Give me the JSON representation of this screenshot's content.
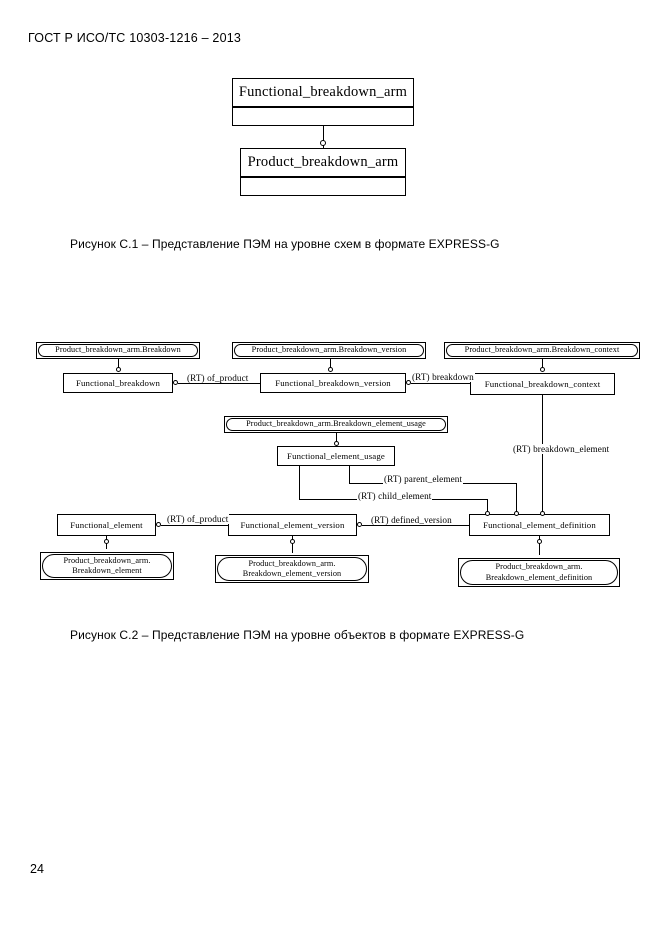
{
  "document": {
    "header": "ГОСТ Р ИСО/ТС 10303-1216 – 2013",
    "page_number": "24"
  },
  "figure_c1": {
    "caption": "Рисунок С.1 –  Представление ПЭМ на уровне схем в формате EXPRESS-G",
    "boxes": [
      {
        "title": "Functional_breakdown_arm"
      },
      {
        "title": "Product_breakdown_arm"
      }
    ],
    "connector": {
      "from": "Functional_breakdown_arm",
      "to": "Product_breakdown_arm",
      "marker": "circle"
    }
  },
  "figure_c2": {
    "caption": "Рисунок С.2 –  Представление ПЭМ на уровне объектов в формате EXPRESS-G",
    "entities": [
      {
        "id": "functional_breakdown",
        "label": "Functional_breakdown"
      },
      {
        "id": "functional_breakdown_version",
        "label": "Functional_breakdown_version"
      },
      {
        "id": "functional_breakdown_context",
        "label": "Functional_breakdown_context"
      },
      {
        "id": "functional_element_usage",
        "label": "Functional_element_usage"
      },
      {
        "id": "functional_element",
        "label": "Functional_element"
      },
      {
        "id": "functional_element_version",
        "label": "Functional_element_version"
      },
      {
        "id": "functional_element_definition",
        "label": "Functional_element_definition"
      }
    ],
    "references": [
      {
        "id": "ref_breakdown",
        "line1": "Product_breakdown_arm.Breakdown",
        "line2": ""
      },
      {
        "id": "ref_breakdown_version",
        "line1": "Product_breakdown_arm.Breakdown_version",
        "line2": ""
      },
      {
        "id": "ref_breakdown_context",
        "line1": "Product_breakdown_arm.Breakdown_context",
        "line2": ""
      },
      {
        "id": "ref_breakdown_element_usage",
        "line1": "Product_breakdown_arm.Breakdown_element_usage",
        "line2": ""
      },
      {
        "id": "ref_breakdown_element",
        "line1": "Product_breakdown_arm.",
        "line2": "Breakdown_element"
      },
      {
        "id": "ref_breakdown_element_version",
        "line1": "Product_breakdown_arm.",
        "line2": "Breakdown_element_version"
      },
      {
        "id": "ref_breakdown_element_definition",
        "line1": "Product_breakdown_arm.",
        "line2": "Breakdown_element_definition"
      }
    ],
    "relationships": [
      {
        "id": "rel_of_product_top",
        "label": "(RT) of_product"
      },
      {
        "id": "rel_breakdown",
        "label": "(RT) breakdown"
      },
      {
        "id": "rel_breakdown_element",
        "label": "(RT) breakdown_element"
      },
      {
        "id": "rel_parent_element",
        "label": "(RT) parent_element"
      },
      {
        "id": "rel_child_element",
        "label": "(RT) child_element"
      },
      {
        "id": "rel_of_product_bottom",
        "label": "(RT) of_product"
      },
      {
        "id": "rel_defined_version",
        "label": "(RT) defined_version"
      }
    ]
  }
}
